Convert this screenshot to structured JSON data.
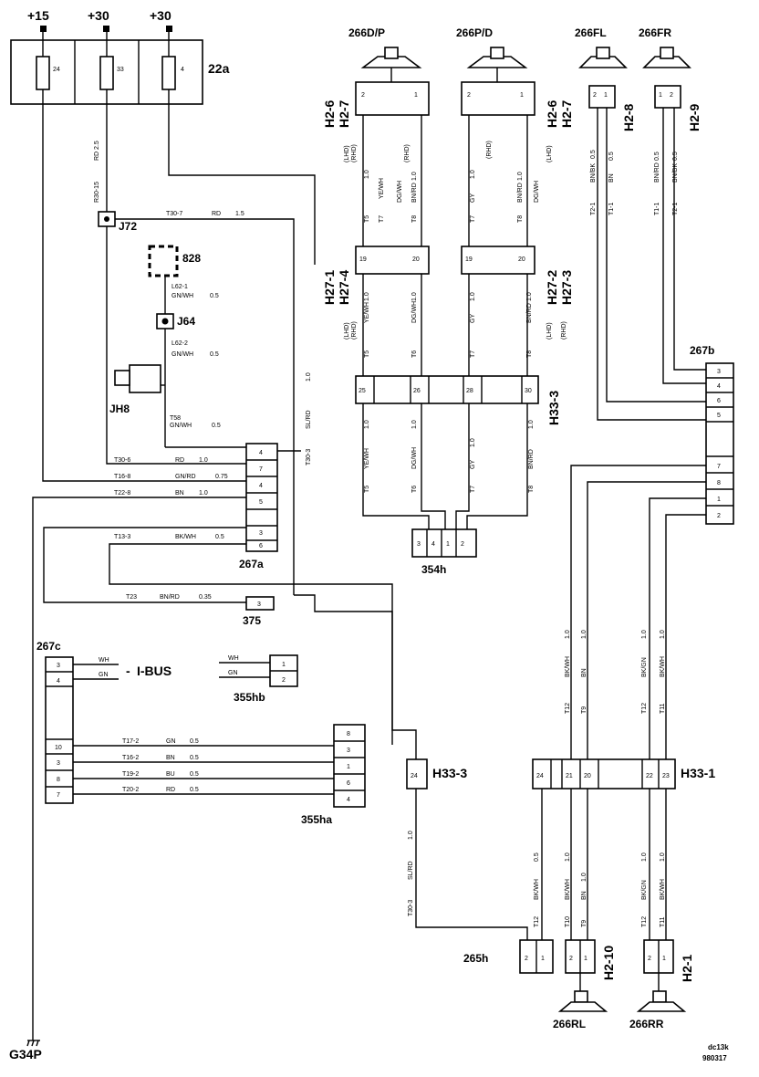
{
  "power": {
    "p15": "+15",
    "p30a": "+30",
    "p30b": "+30",
    "fuse_box": "22a",
    "fuses": [
      "24",
      "33",
      "4"
    ]
  },
  "ground": "G34P",
  "speakers": {
    "d_p": "266D/P",
    "p_d": "266P/D",
    "fl": "266FL",
    "fr": "266FR",
    "rl": "266RL",
    "rr": "266RR"
  },
  "connectors": {
    "h2_6a": "H2-6",
    "h2_7a": "H2-7",
    "h2_6b": "H2-6",
    "h2_7b": "H2-7",
    "h2_8": "H2-8",
    "h2_9": "H2-9",
    "h27_1": "H27-1",
    "h27_4": "H27-4",
    "h27_2": "H27-2",
    "h27_3": "H27-3",
    "h33_3a": "H33-3",
    "h33_3b": "H33-3",
    "h33_1": "H33-1",
    "h2_10": "H2-10",
    "h2_1": "H2-1",
    "j72": "J72",
    "c828": "828",
    "j64": "J64",
    "jh8": "JH8",
    "c267a": "267a",
    "c267b": "267b",
    "c267c": "267c",
    "c375": "375",
    "c354h": "354h",
    "c355hb": "355hb",
    "c355ha": "355ha",
    "c265h": "265h",
    "ibus": "I-BUS"
  },
  "footer": {
    "code1": "dc13k",
    "code2": "980317"
  },
  "wires": {
    "rd25": "RD 2.5",
    "r30_15": "R30-15",
    "t30_7": "T30-7",
    "rd": "RD",
    "w15": "1.5",
    "l62_1": "L62-1",
    "gnwh": "GN/WH",
    "w05": "0.5",
    "l62_2": "L62-2",
    "t58": "T58",
    "t30_6": "T30-6",
    "rd1": "RD",
    "w10": "1.0",
    "t16_8": "T16-8",
    "gnrd": "GN/RD",
    "w075": "0.75",
    "t22_8": "T22-8",
    "bn": "BN",
    "w10b": "1.0",
    "t13_3": "T13-3",
    "bkwh": "BK/WH",
    "w05b": "0.5",
    "t23": "T23",
    "bnrd": "BN/RD",
    "w035": "0.35",
    "slrd": "SL/RD",
    "t30_3": "T30-3",
    "yewh": "YE/WH",
    "gy": "GY",
    "dgwh": "DG/WH",
    "bnrd2": "BN/RD",
    "t5": "T5",
    "t6": "T6",
    "t7": "T7",
    "t8": "T8",
    "lhd": "(LHD)",
    "rhd": "(RHD)",
    "t2_1": "T2-1",
    "t1_1": "T1-1",
    "bnbk": "BN/BK",
    "bnrd3": "BN/RD",
    "t17_2": "T17-2",
    "gn": "GN",
    "t16_2": "T16-2",
    "bn2": "BN",
    "t19_2": "T19-2",
    "bu": "BU",
    "t20_2": "T20-2",
    "rd2": "RD",
    "wh": "WH",
    "gn2": "GN",
    "t12": "T12",
    "t9": "T9",
    "t10": "T10",
    "t11": "T11",
    "bkwh2": "BK/WH",
    "bkgn": "BK/GN"
  }
}
